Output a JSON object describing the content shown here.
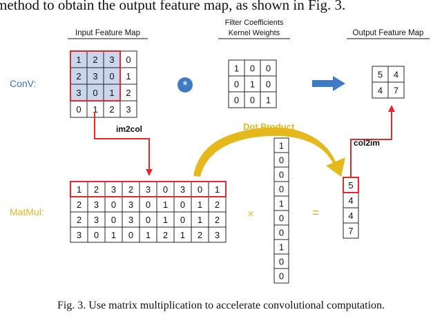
{
  "top_text": "method to obtain the output feature map, as shown in Fig. 3.",
  "labels": {
    "input_feature_map": "Input Feature Map",
    "filter_line1": "Filter Coefficients",
    "filter_line2": "Kernel Weights",
    "output_feature_map": "Output Feature Map",
    "conv": "ConV:",
    "matmul": "MatMul:",
    "im2col": "im2col",
    "col2im": "col2im",
    "dot_product": "Dot Product",
    "star": "*",
    "times": "×",
    "equals": "="
  },
  "input_map": [
    [
      "1",
      "2",
      "3",
      "0"
    ],
    [
      "2",
      "3",
      "0",
      "1"
    ],
    [
      "3",
      "0",
      "1",
      "2"
    ],
    [
      "0",
      "1",
      "2",
      "3"
    ]
  ],
  "kernel": [
    [
      "1",
      "0",
      "0"
    ],
    [
      "0",
      "1",
      "0"
    ],
    [
      "0",
      "0",
      "1"
    ]
  ],
  "output_map": [
    [
      "5",
      "4"
    ],
    [
      "4",
      "7"
    ]
  ],
  "matrix": [
    [
      "1",
      "2",
      "3",
      "2",
      "3",
      "0",
      "3",
      "0",
      "1"
    ],
    [
      "2",
      "3",
      "0",
      "3",
      "0",
      "1",
      "0",
      "1",
      "2"
    ],
    [
      "2",
      "3",
      "0",
      "3",
      "0",
      "1",
      "0",
      "1",
      "2"
    ],
    [
      "3",
      "0",
      "1",
      "0",
      "1",
      "2",
      "1",
      "2",
      "3"
    ]
  ],
  "kernel_vector": [
    "1",
    "0",
    "0",
    "0",
    "1",
    "0",
    "0",
    "1",
    "0",
    "0"
  ],
  "result_vector": [
    "5",
    "4",
    "4",
    "7"
  ],
  "caption": "Fig. 3.   Use matrix multiplication to accelerate convolutional computation.",
  "colors": {
    "highlight_red": "#e8262b",
    "blue_label": "#3b73b9",
    "blue_fill": "#c9d6ec",
    "gold": "#e5b81c",
    "arrow_blue": "#3f7bc4",
    "grid": "#222222"
  }
}
